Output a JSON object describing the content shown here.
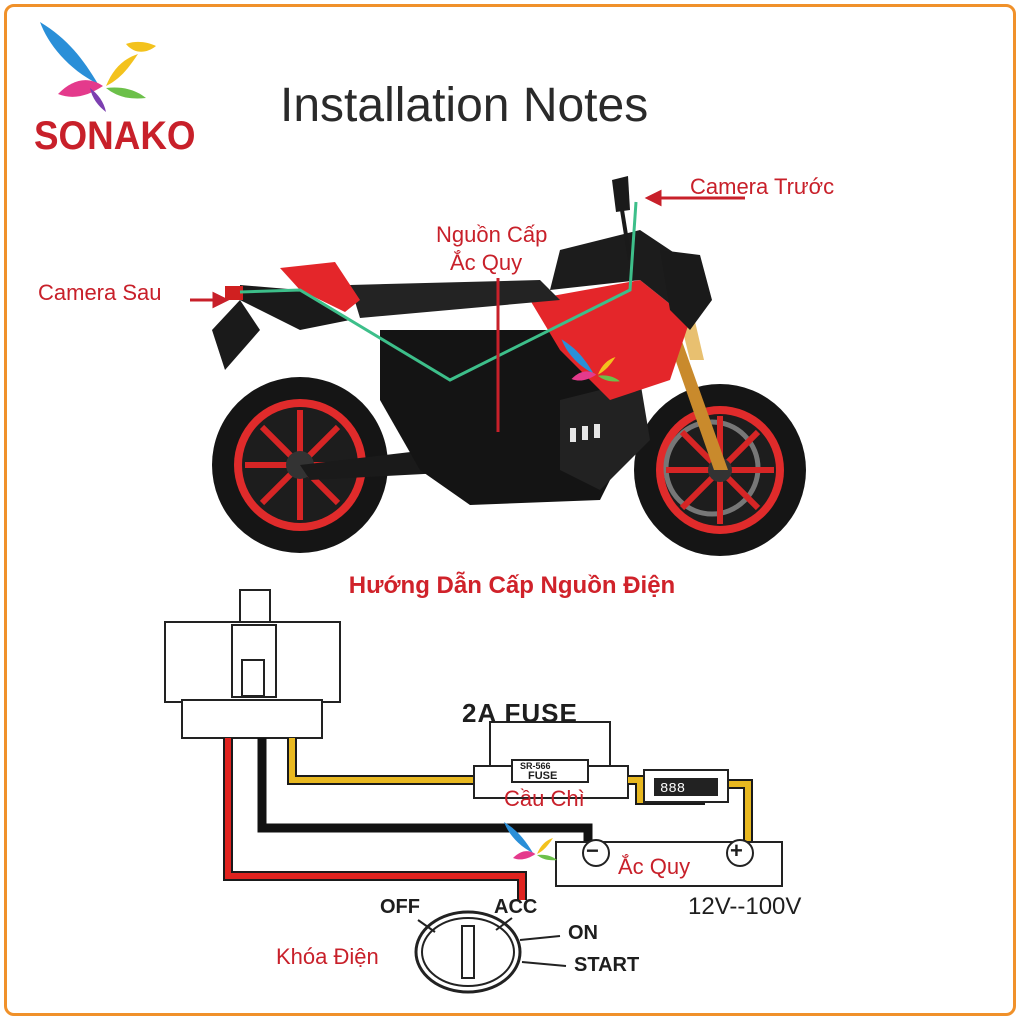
{
  "brand": {
    "name": "SONAKO"
  },
  "title": "Installation Notes",
  "callouts": {
    "front_camera": "Camera Trước",
    "rear_camera": "Camera Sau",
    "power_line1": "Nguồn Cấp",
    "power_line2": "Ắc Quy"
  },
  "wiring": {
    "section_title": "Hướng Dẫn Cấp Nguồn Điện",
    "fuse_header": "2A FUSE",
    "fuse_body_line1": "SR-566",
    "fuse_body_line2": "FUSE",
    "fuse_caption": "Cầu Chì",
    "battery_label": "Ắc Quy",
    "voltage": "12V--100V",
    "switch_off": "OFF",
    "switch_acc": "ACC",
    "switch_on": "ON",
    "switch_start": "START",
    "switch_caption": "Khóa Điện",
    "battery_minus": "−",
    "battery_plus": "+"
  },
  "colors": {
    "accent_red": "#c8202a",
    "frame_orange": "#f0912a",
    "wire_red": "#e0231f",
    "wire_black": "#111111",
    "wire_yellow": "#e8b820",
    "route_green": "#3dbf8a"
  }
}
